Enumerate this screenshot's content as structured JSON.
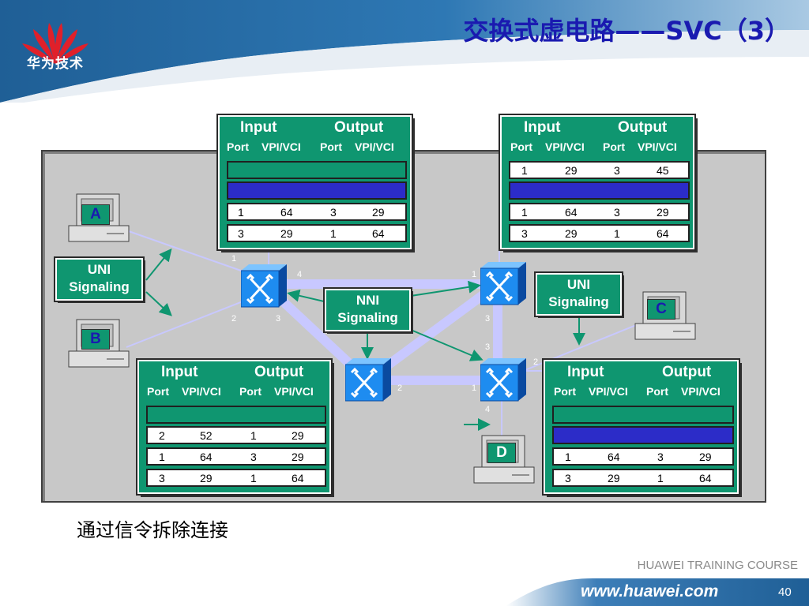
{
  "slide": {
    "title": "交换式虚电路——SVC（3）",
    "caption": "通过信令拆除连接",
    "brand": "华为技术",
    "course": "HUAWEI TRAINING COURSE",
    "url": "www.huawei.com",
    "page_number": "40"
  },
  "colors": {
    "header_blue": "#1f5f96",
    "table_green": "#0f9670",
    "table_blue": "#2c2cc8",
    "title_blue": "#1a1ab0",
    "link_lilac": "#c8c8ff",
    "panel_gray": "#c8c8c8",
    "logo_red": "#e0202a"
  },
  "hosts": {
    "a": "A",
    "b": "B",
    "c": "C",
    "d": "D"
  },
  "signaling": {
    "uni_left": [
      "UNI",
      "Signaling"
    ],
    "uni_right": [
      "UNI",
      "Signaling"
    ],
    "nni": [
      "NNI",
      "Signaling"
    ]
  },
  "table_headers": {
    "input": "Input",
    "output": "Output",
    "port": "Port",
    "vpivci": "VPI/VCI"
  },
  "tables": {
    "top_left": [
      [
        "1",
        "64",
        "3",
        "29"
      ],
      [
        "3",
        "29",
        "1",
        "64"
      ]
    ],
    "top_right": [
      [
        "1",
        "29",
        "3",
        "45"
      ],
      [
        "1",
        "64",
        "3",
        "29"
      ],
      [
        "3",
        "29",
        "1",
        "64"
      ]
    ],
    "bottom_left": [
      [
        "2",
        "52",
        "1",
        "29"
      ],
      [
        "1",
        "64",
        "3",
        "29"
      ],
      [
        "3",
        "29",
        "1",
        "64"
      ]
    ],
    "bottom_right": [
      [
        "1",
        "64",
        "3",
        "29"
      ],
      [
        "3",
        "29",
        "1",
        "64"
      ]
    ]
  },
  "ports": {
    "s1": [
      "1",
      "4",
      "2",
      "3"
    ],
    "s2": [
      "1",
      "3"
    ],
    "s3": [
      "2"
    ],
    "s4": [
      "3",
      "2",
      "1",
      "4"
    ]
  }
}
